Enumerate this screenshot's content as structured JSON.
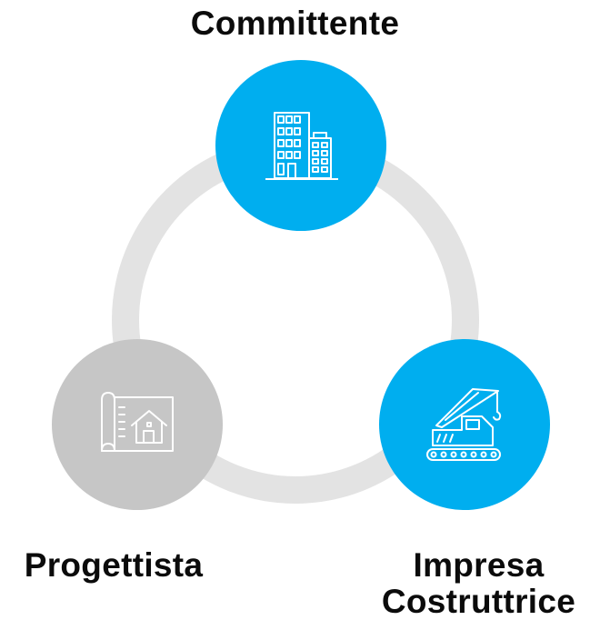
{
  "nodes": {
    "top": {
      "label": "Committente",
      "icon": "office-buildings-icon",
      "color": "#00aeef"
    },
    "left": {
      "label": "Progettista",
      "icon": "blueprint-house-icon",
      "color": "#c6c6c6"
    },
    "right": {
      "label_line1": "Impresa",
      "label_line2": "Costruttrice",
      "icon": "excavator-crane-icon",
      "color": "#00aeef"
    }
  },
  "ring_color": "#e3e3e3"
}
